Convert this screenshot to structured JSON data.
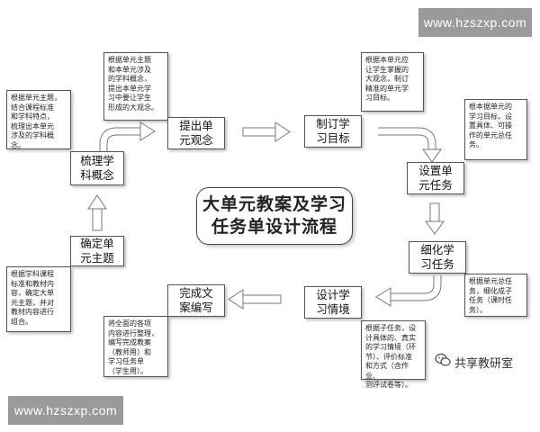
{
  "title": "大单元教案及学习\n任务单设计流程",
  "steps": {
    "s1": "确定单\n元主题",
    "s2": "梳理学\n科概念",
    "s3": "提出单\n元观念",
    "s4": "制订学\n习目标",
    "s5": "设置单\n元任务",
    "s6": "细化学\n习任务",
    "s7": "设计学\n习情境",
    "s8": "完成文\n案编写"
  },
  "notes": {
    "n1": "根据学科课程\n标准和教材内\n容，确定大单\n元主题，并对\n教材内容进行\n组合。",
    "n2": "根据单元主题，\n结合课程标准\n和学科特点，\n梳理出本单元\n涉及的学科概念。",
    "n3": "根据单元主题\n和本单元涉及\n的学科概念，\n提出本单元学\n习中要让学生\n形成的大观念。",
    "n4": "根据本单元应\n让学生掌握的\n大观念，制订\n精准的单元学\n习目标。",
    "n5": "根本据单元的\n学习目标，设\n置具体、可操\n作的单元总任\n务。",
    "n6": "根据单元总任\n务，细化成子\n任务（课时任\n务）。",
    "n7": "根据子任务，设\n计具体的、真实\n的学习情境（环\n节）、评价标准\n和方式（含作业、\n测评试卷等）。",
    "n8": "将全面的各项\n内容进行整理，\n编写完成教案\n（教师用）和\n学习任务单\n（学生用）。"
  },
  "watermark_top": "www.hzszxp.com",
  "watermark_bottom": "www.hzszxp.com",
  "brand_text": "共享教研室",
  "brand_icon": "wechat-icon",
  "colors": {
    "watermark_bg": "#9a9a9a",
    "arrow": "#666666"
  }
}
